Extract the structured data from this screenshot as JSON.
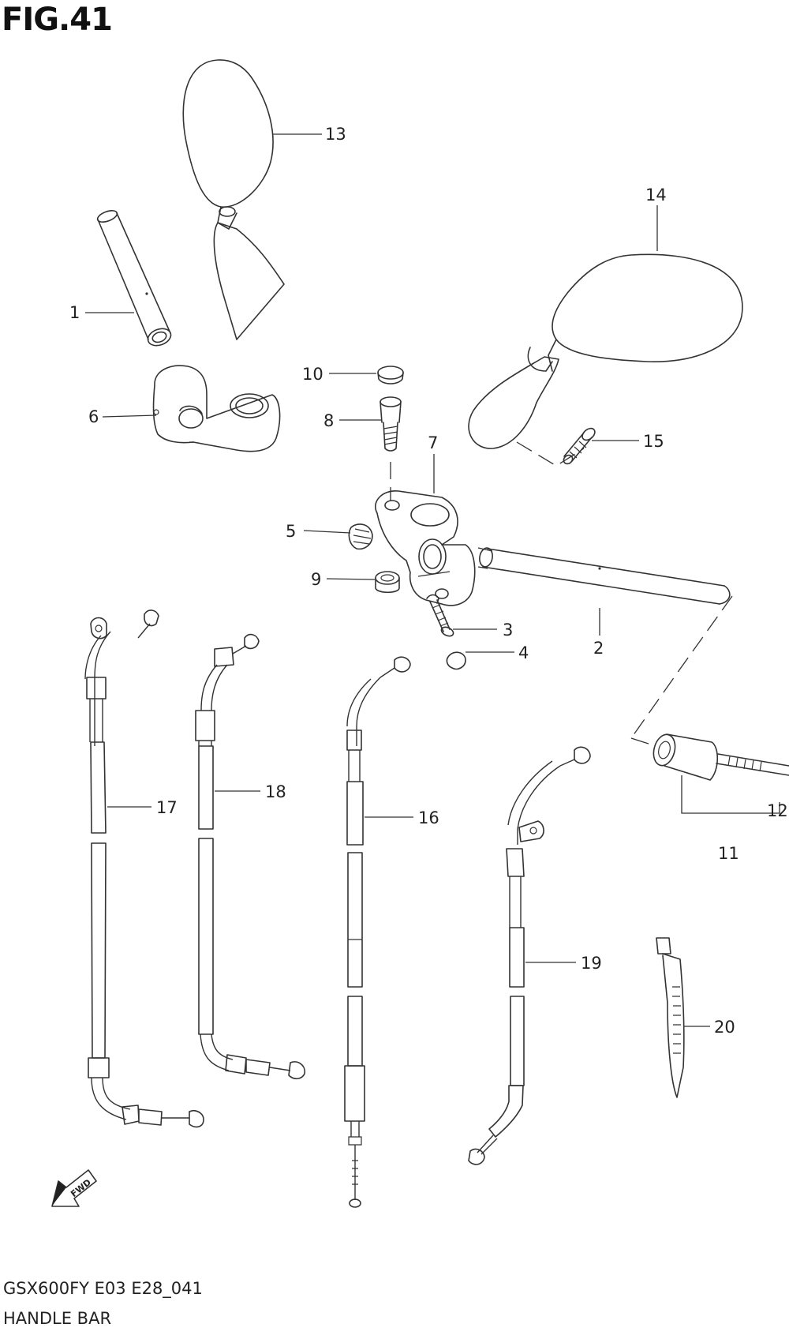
{
  "figure": {
    "title": "FIG.41",
    "footer_code": "GSX600FY E03 E28_041",
    "footer_name": "HANDLE BAR",
    "fwd_label": "FWD"
  },
  "callouts": [
    {
      "id": "c1",
      "text": "1"
    },
    {
      "id": "c2",
      "text": "2"
    },
    {
      "id": "c3",
      "text": "3"
    },
    {
      "id": "c4",
      "text": "4"
    },
    {
      "id": "c5",
      "text": "5"
    },
    {
      "id": "c6",
      "text": "6"
    },
    {
      "id": "c7",
      "text": "7"
    },
    {
      "id": "c8",
      "text": "8"
    },
    {
      "id": "c9",
      "text": "9"
    },
    {
      "id": "c10",
      "text": "10"
    },
    {
      "id": "c11",
      "text": "11"
    },
    {
      "id": "c12",
      "text": "12"
    },
    {
      "id": "c13",
      "text": "13"
    },
    {
      "id": "c14",
      "text": "14"
    },
    {
      "id": "c15",
      "text": "15"
    },
    {
      "id": "c16",
      "text": "16"
    },
    {
      "id": "c17",
      "text": "17"
    },
    {
      "id": "c18",
      "text": "18"
    },
    {
      "id": "c19",
      "text": "19"
    },
    {
      "id": "c20",
      "text": "20"
    }
  ]
}
